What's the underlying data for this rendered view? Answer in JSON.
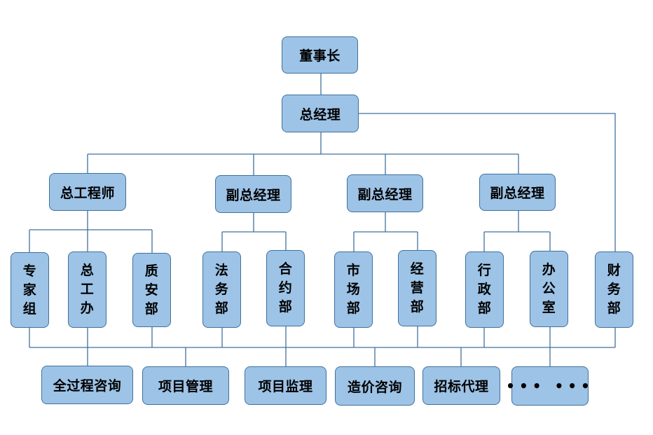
{
  "colors": {
    "box_fill": "#9DC3E6",
    "box_border": "#41719C",
    "line": "#41719C",
    "text": "#000000"
  },
  "nodes": {
    "chairman": "董事长",
    "gm": "总经理",
    "chief_engineer": "总工程师",
    "deputy_gm_1": "副总经理",
    "deputy_gm_2": "副总经理",
    "deputy_gm_3": "副总经理",
    "expert_group": [
      "专",
      "家",
      "组"
    ],
    "chief_eng_office": [
      "总",
      "工",
      "办"
    ],
    "quality_safety_dept": [
      "质",
      "安",
      "部"
    ],
    "legal_dept": [
      "法",
      "务",
      "部"
    ],
    "contract_dept": [
      "合",
      "约",
      "部"
    ],
    "market_dept": [
      "市",
      "场",
      "部"
    ],
    "operations_dept": [
      "经",
      "营",
      "部"
    ],
    "admin_dept": [
      "行",
      "政",
      "部"
    ],
    "office": [
      "办",
      "公",
      "室"
    ],
    "finance_dept": [
      "财",
      "务",
      "部"
    ]
  },
  "services": {
    "full_process": "全过程咨询",
    "project_management": "项目管理",
    "project_supervision": "项目监理",
    "cost_consulting": "造价咨询",
    "bidding_agency": "招标代理",
    "more": "•••  •••"
  }
}
